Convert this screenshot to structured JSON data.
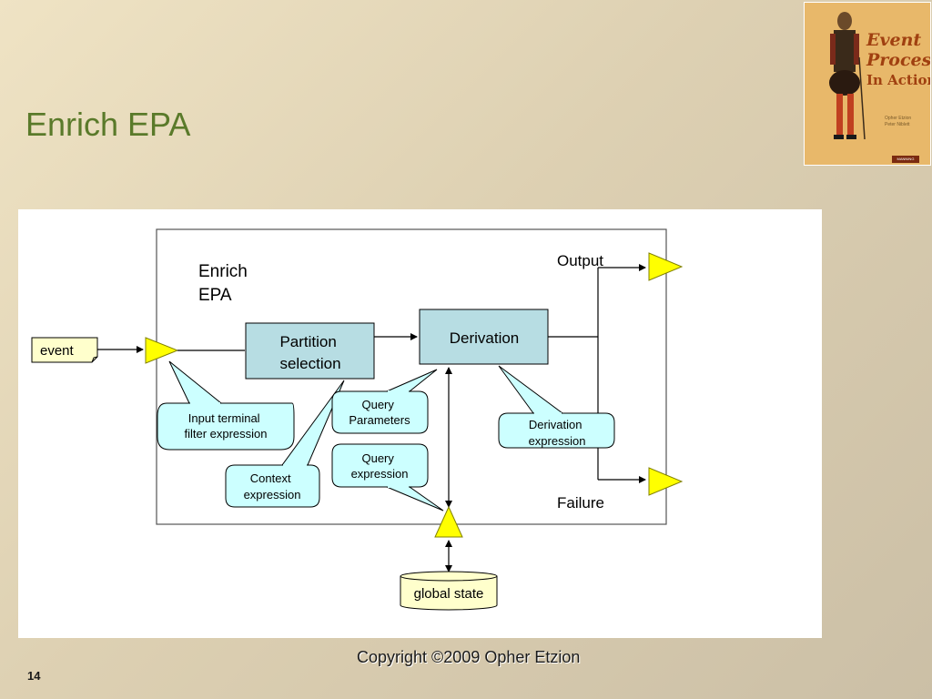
{
  "slide": {
    "title": "Enrich EPA",
    "copyright": "Copyright ©2009 Opher Etzion",
    "page_number": "14"
  },
  "book_cover": {
    "title_line1": "Event",
    "title_line2": "Processing",
    "title_line3": "In Action",
    "authors_line1": "Opher Etzion",
    "authors_line2": "Peter Niblett",
    "publisher": "MANNING"
  },
  "diagram": {
    "agent_label_line1": "Enrich",
    "agent_label_line2": "EPA",
    "event_label": "event",
    "partition_line1": "Partition",
    "partition_line2": "selection",
    "derivation_label": "Derivation",
    "output_label": "Output",
    "failure_label": "Failure",
    "global_state_label": "global state",
    "callouts": {
      "input_terminal_line1": "Input terminal",
      "input_terminal_line2": "filter expression",
      "context_line1": "Context",
      "context_line2": "expression",
      "query_params_line1": "Query",
      "query_params_line2": "Parameters",
      "query_expr_line1": "Query",
      "query_expr_line2": "expression",
      "derivation_expr_line1": "Derivation",
      "derivation_expr_line2": "expression"
    }
  },
  "colors": {
    "title": "#5a7a2a",
    "terminal_fill": "#ffff00",
    "box_fill": "#b7dde3",
    "callout_fill": "#ccffff",
    "note_fill": "#ffffcc"
  }
}
